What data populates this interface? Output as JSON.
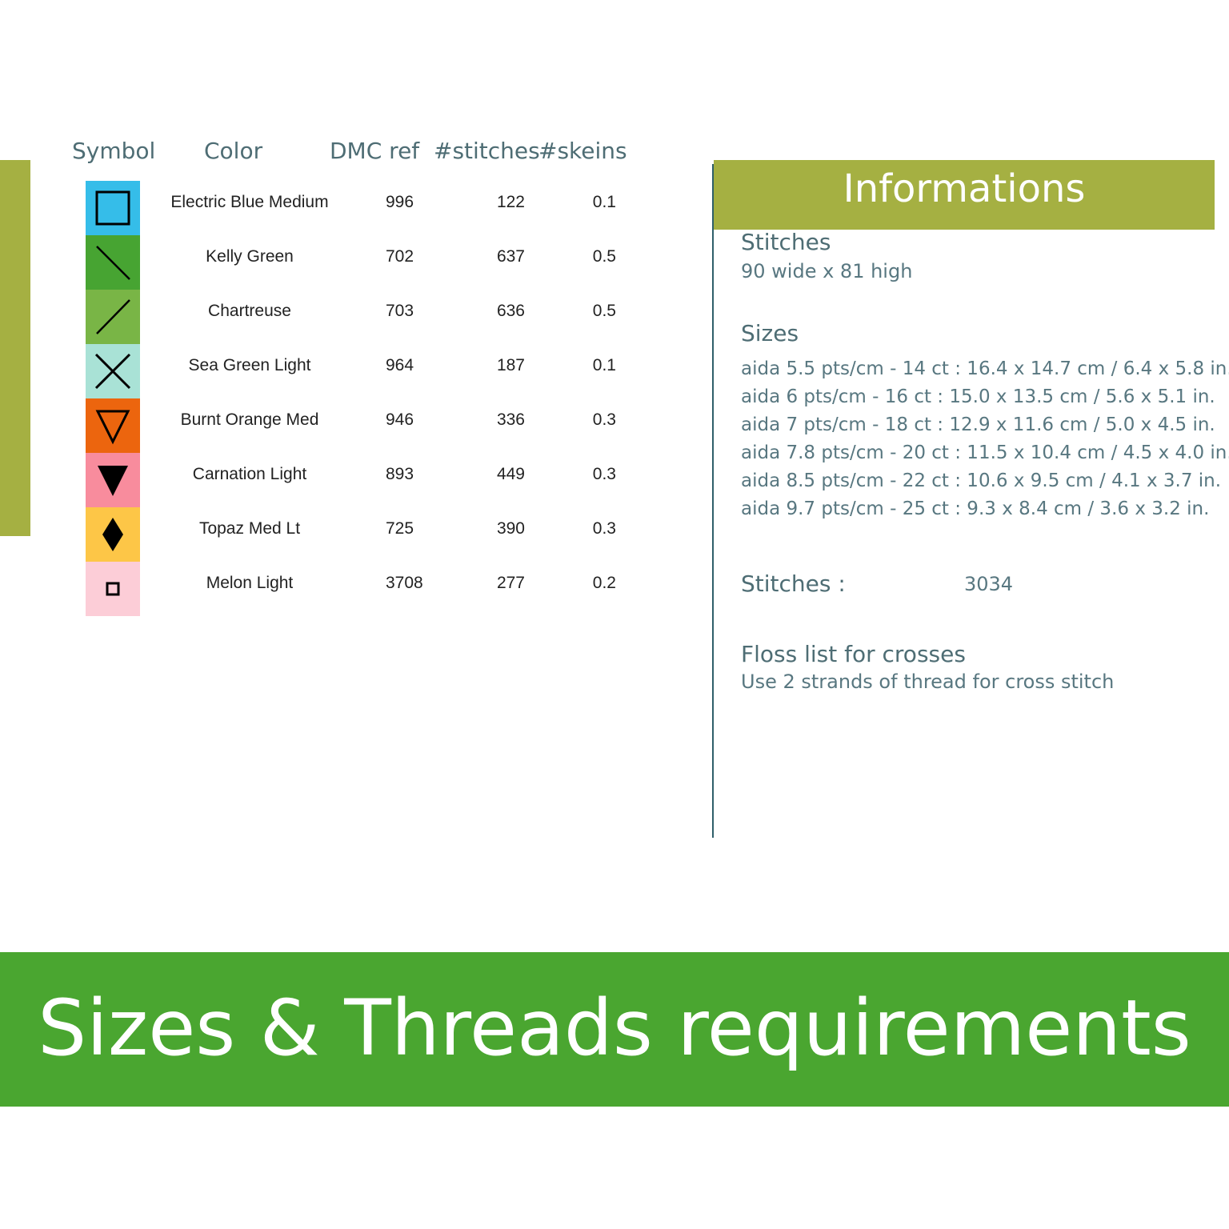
{
  "table": {
    "headers": {
      "symbol": "Symbol",
      "color": "Color",
      "dmc": "DMC ref",
      "stitches": "#stitches",
      "skeins": "#skeins"
    },
    "rows": [
      {
        "name": "Electric Blue Medium",
        "dmc": "996",
        "stitches": "122",
        "skeins": "0.1",
        "swatch_color": "#35bde9",
        "symbol": "square-outline-icon"
      },
      {
        "name": "Kelly Green",
        "dmc": "702",
        "stitches": "637",
        "skeins": "0.5",
        "swatch_color": "#47a432",
        "symbol": "backslash-line-icon"
      },
      {
        "name": "Chartreuse",
        "dmc": "703",
        "stitches": "636",
        "skeins": "0.5",
        "swatch_color": "#79b546",
        "symbol": "slash-line-icon"
      },
      {
        "name": "Sea Green Light",
        "dmc": "964",
        "stitches": "187",
        "skeins": "0.1",
        "swatch_color": "#a9e2d6",
        "symbol": "x-cross-icon"
      },
      {
        "name": "Burnt Orange Med",
        "dmc": "946",
        "stitches": "336",
        "skeins": "0.3",
        "swatch_color": "#ec650e",
        "symbol": "triangle-down-outline-icon"
      },
      {
        "name": "Carnation Light",
        "dmc": "893",
        "stitches": "449",
        "skeins": "0.3",
        "swatch_color": "#f88c9d",
        "symbol": "triangle-down-filled-icon"
      },
      {
        "name": "Topaz Med Lt",
        "dmc": "725",
        "stitches": "390",
        "skeins": "0.3",
        "swatch_color": "#fdc647",
        "symbol": "diamond-filled-icon"
      },
      {
        "name": "Melon Light",
        "dmc": "3708",
        "stitches": "277",
        "skeins": "0.2",
        "swatch_color": "#fccdd7",
        "symbol": "small-square-outline-icon"
      }
    ]
  },
  "info": {
    "title": "Informations",
    "stitches_label": "Stitches",
    "stitches_value": "90 wide x 81 high",
    "sizes_label": "Sizes",
    "sizes": [
      "aida 5.5 pts/cm - 14 ct : 16.4 x 14.7 cm / 6.4 x 5.8 in.",
      "aida 6 pts/cm - 16 ct : 15.0 x 13.5 cm / 5.6 x 5.1 in.",
      "aida 7 pts/cm - 18 ct : 12.9 x 11.6 cm / 5.0 x 4.5 in.",
      "aida 7.8 pts/cm - 20 ct : 11.5 x 10.4 cm / 4.5 x 4.0 in.",
      "aida 8.5 pts/cm - 22 ct : 10.6 x 9.5 cm / 4.1 x 3.7 in.",
      "aida 9.7 pts/cm - 25 ct : 9.3 x 8.4 cm / 3.6 x 3.2 in."
    ],
    "total_label": "Stitches :",
    "total_value": "3034",
    "floss_label": "Floss list for crosses",
    "floss_note": "Use 2 strands of thread for cross stitch"
  },
  "banner": {
    "title": "Sizes & Threads requirements"
  },
  "colors": {
    "accent_olive": "#a5b042",
    "banner_green": "#4aa630",
    "text_teal": "#4e6d74"
  }
}
